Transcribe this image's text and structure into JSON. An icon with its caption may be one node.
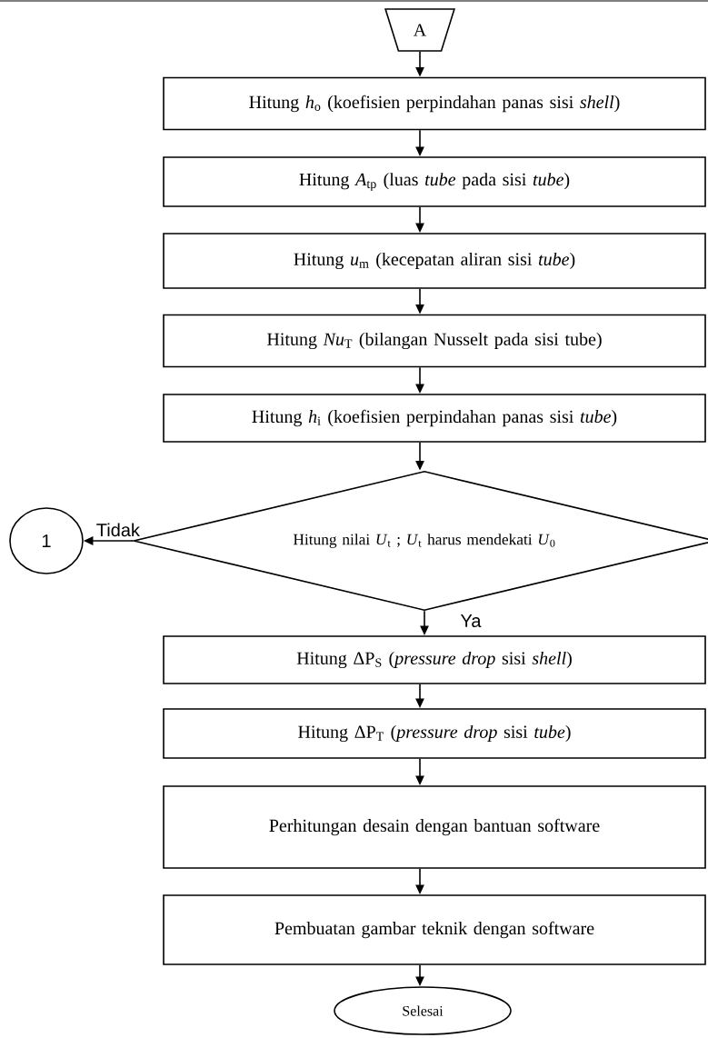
{
  "diagram": {
    "nodes": [
      {
        "text": [
          "A"
        ]
      },
      {
        "text": [
          "Hitung *h*$_{o}$ (koefisien perpindahan panas sisi *shell*)"
        ]
      },
      {
        "text": [
          "Hitung *A*$_{tp}$ (luas *tube* pada sisi *tube*)"
        ]
      },
      {
        "text": [
          "Hitung *u*$_{m}$ (kecepatan aliran sisi *tube*)"
        ]
      },
      {
        "text": [
          "Hitung *Nu*$_{T}$ (bilangan Nusselt pada sisi tube)"
        ]
      },
      {
        "text": [
          "Hitung *h*$_{i}$ (koefisien perpindahan panas sisi *tube*)"
        ]
      },
      {
        "text": [
          "Hitung nilai *U*$_{t}$ ; *U*$_{t}$ harus mendekati *U*$_{0}$"
        ]
      },
      {
        "text": [
          "1"
        ]
      },
      {
        "text": [
          "Hitung ΔP$_{S}$ (*pressure drop* sisi *shell*)"
        ]
      },
      {
        "text": [
          "Hitung ΔP$_{T}$ (*pressure drop* sisi *tube*)"
        ]
      },
      {
        "text": [
          "Perhitungan desain dengan bantuan software"
        ]
      },
      {
        "text": [
          "Pembuatan gambar teknik dengan software"
        ]
      },
      {
        "text": [
          "Selesai"
        ]
      }
    ],
    "edges": [
      {
        "from": 0,
        "to": 1,
        "arrow": "to"
      },
      {
        "from": 1,
        "to": 2,
        "arrow": "to"
      },
      {
        "from": 2,
        "to": 3,
        "arrow": "to"
      },
      {
        "from": 3,
        "to": 4,
        "arrow": "to"
      },
      {
        "from": 4,
        "to": 5,
        "arrow": "to"
      },
      {
        "from": 5,
        "to": 6,
        "arrow": "to"
      },
      {
        "from": 6,
        "to": 7,
        "arrow": "to",
        "label": "Tidak"
      },
      {
        "from": 6,
        "to": 8,
        "arrow": "to",
        "label": "Ya"
      },
      {
        "from": 8,
        "to": 9,
        "arrow": "to"
      },
      {
        "from": 9,
        "to": 10,
        "arrow": "to"
      },
      {
        "from": 10,
        "to": 11,
        "arrow": "to"
      },
      {
        "from": 11,
        "to": 12,
        "arrow": "to"
      }
    ]
  }
}
